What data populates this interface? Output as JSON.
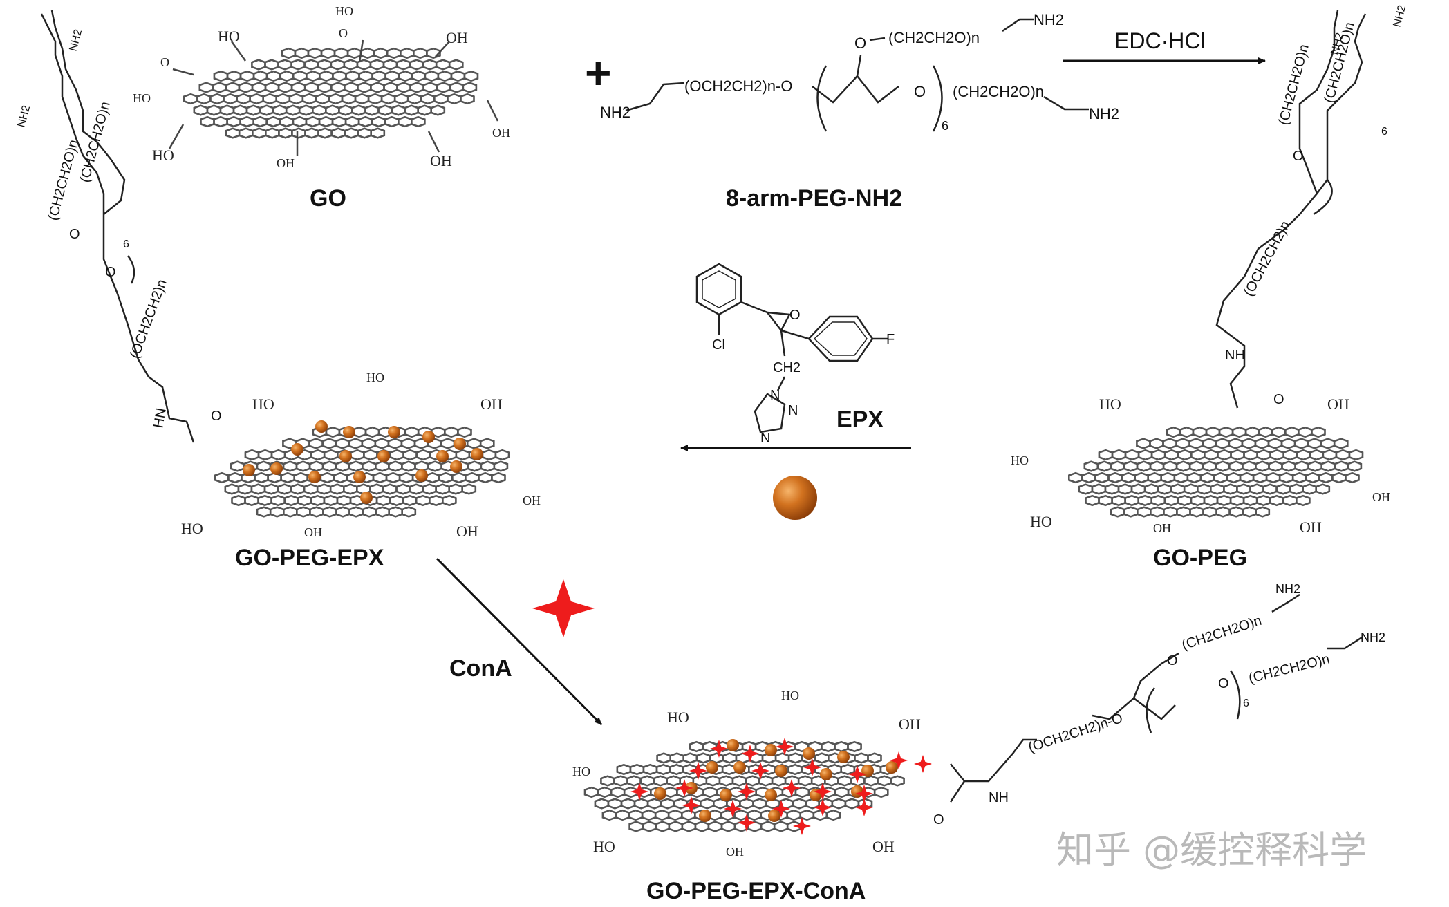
{
  "labels": {
    "go": "GO",
    "peg_nh2": "8-arm-PEG-NH2",
    "go_peg": "GO-PEG",
    "go_peg_epx": "GO-PEG-EPX",
    "go_peg_epx_cona": "GO-PEG-EPX-ConA",
    "edc": "EDC·HCl",
    "epx": "EPX",
    "cona": "ConA",
    "plus": "+"
  },
  "groups": {
    "oh": "OH",
    "ho": "HO",
    "o": "O",
    "nh2": "NH2",
    "nh": "NH",
    "hn": "HN",
    "cl": "Cl",
    "f": "F",
    "n": "N",
    "ch2": "CH2",
    "six": "6"
  },
  "chains": {
    "och2ch2_n": "(OCH2CH2)n",
    "ch2ch2o_n": "(CH2CH2O)n",
    "och2ch2_n_o": "(OCH2CH2)n-O"
  },
  "watermark": "知乎 @缓控释科学",
  "colors": {
    "graphene": "#555555",
    "particle": "#c8661a",
    "star": "#ee1c1c",
    "arrow": "#111111"
  },
  "icons": {
    "particle": "orange-sphere",
    "star": "red-four-point-star"
  }
}
